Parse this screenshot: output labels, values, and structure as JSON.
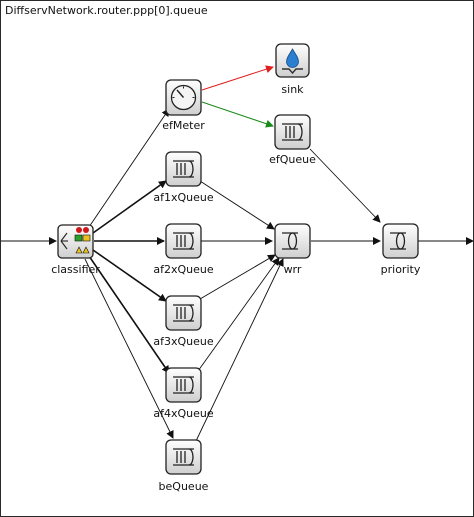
{
  "window": {
    "title": "DiffservNetwork.router.ppp[0].queue"
  },
  "modules": {
    "sink": {
      "label": "sink",
      "icon": "sink-icon"
    },
    "efMeter": {
      "label": "efMeter",
      "icon": "meter-icon"
    },
    "efQueue": {
      "label": "efQueue",
      "icon": "queue-icon"
    },
    "classifier": {
      "label": "classifier",
      "icon": "classifier-icon"
    },
    "af1xQueue": {
      "label": "af1xQueue",
      "icon": "queue-icon"
    },
    "af2xQueue": {
      "label": "af2xQueue",
      "icon": "queue-icon"
    },
    "af3xQueue": {
      "label": "af3xQueue",
      "icon": "queue-icon"
    },
    "af4xQueue": {
      "label": "af4xQueue",
      "icon": "queue-icon"
    },
    "beQueue": {
      "label": "beQueue",
      "icon": "queue-icon"
    },
    "wrr": {
      "label": "wrr",
      "icon": "scheduler-icon"
    },
    "priority": {
      "label": "priority",
      "icon": "scheduler-icon"
    }
  },
  "colors": {
    "red_link": "#e02020",
    "green_link": "#1a8a1a",
    "default_link": "#111111"
  }
}
